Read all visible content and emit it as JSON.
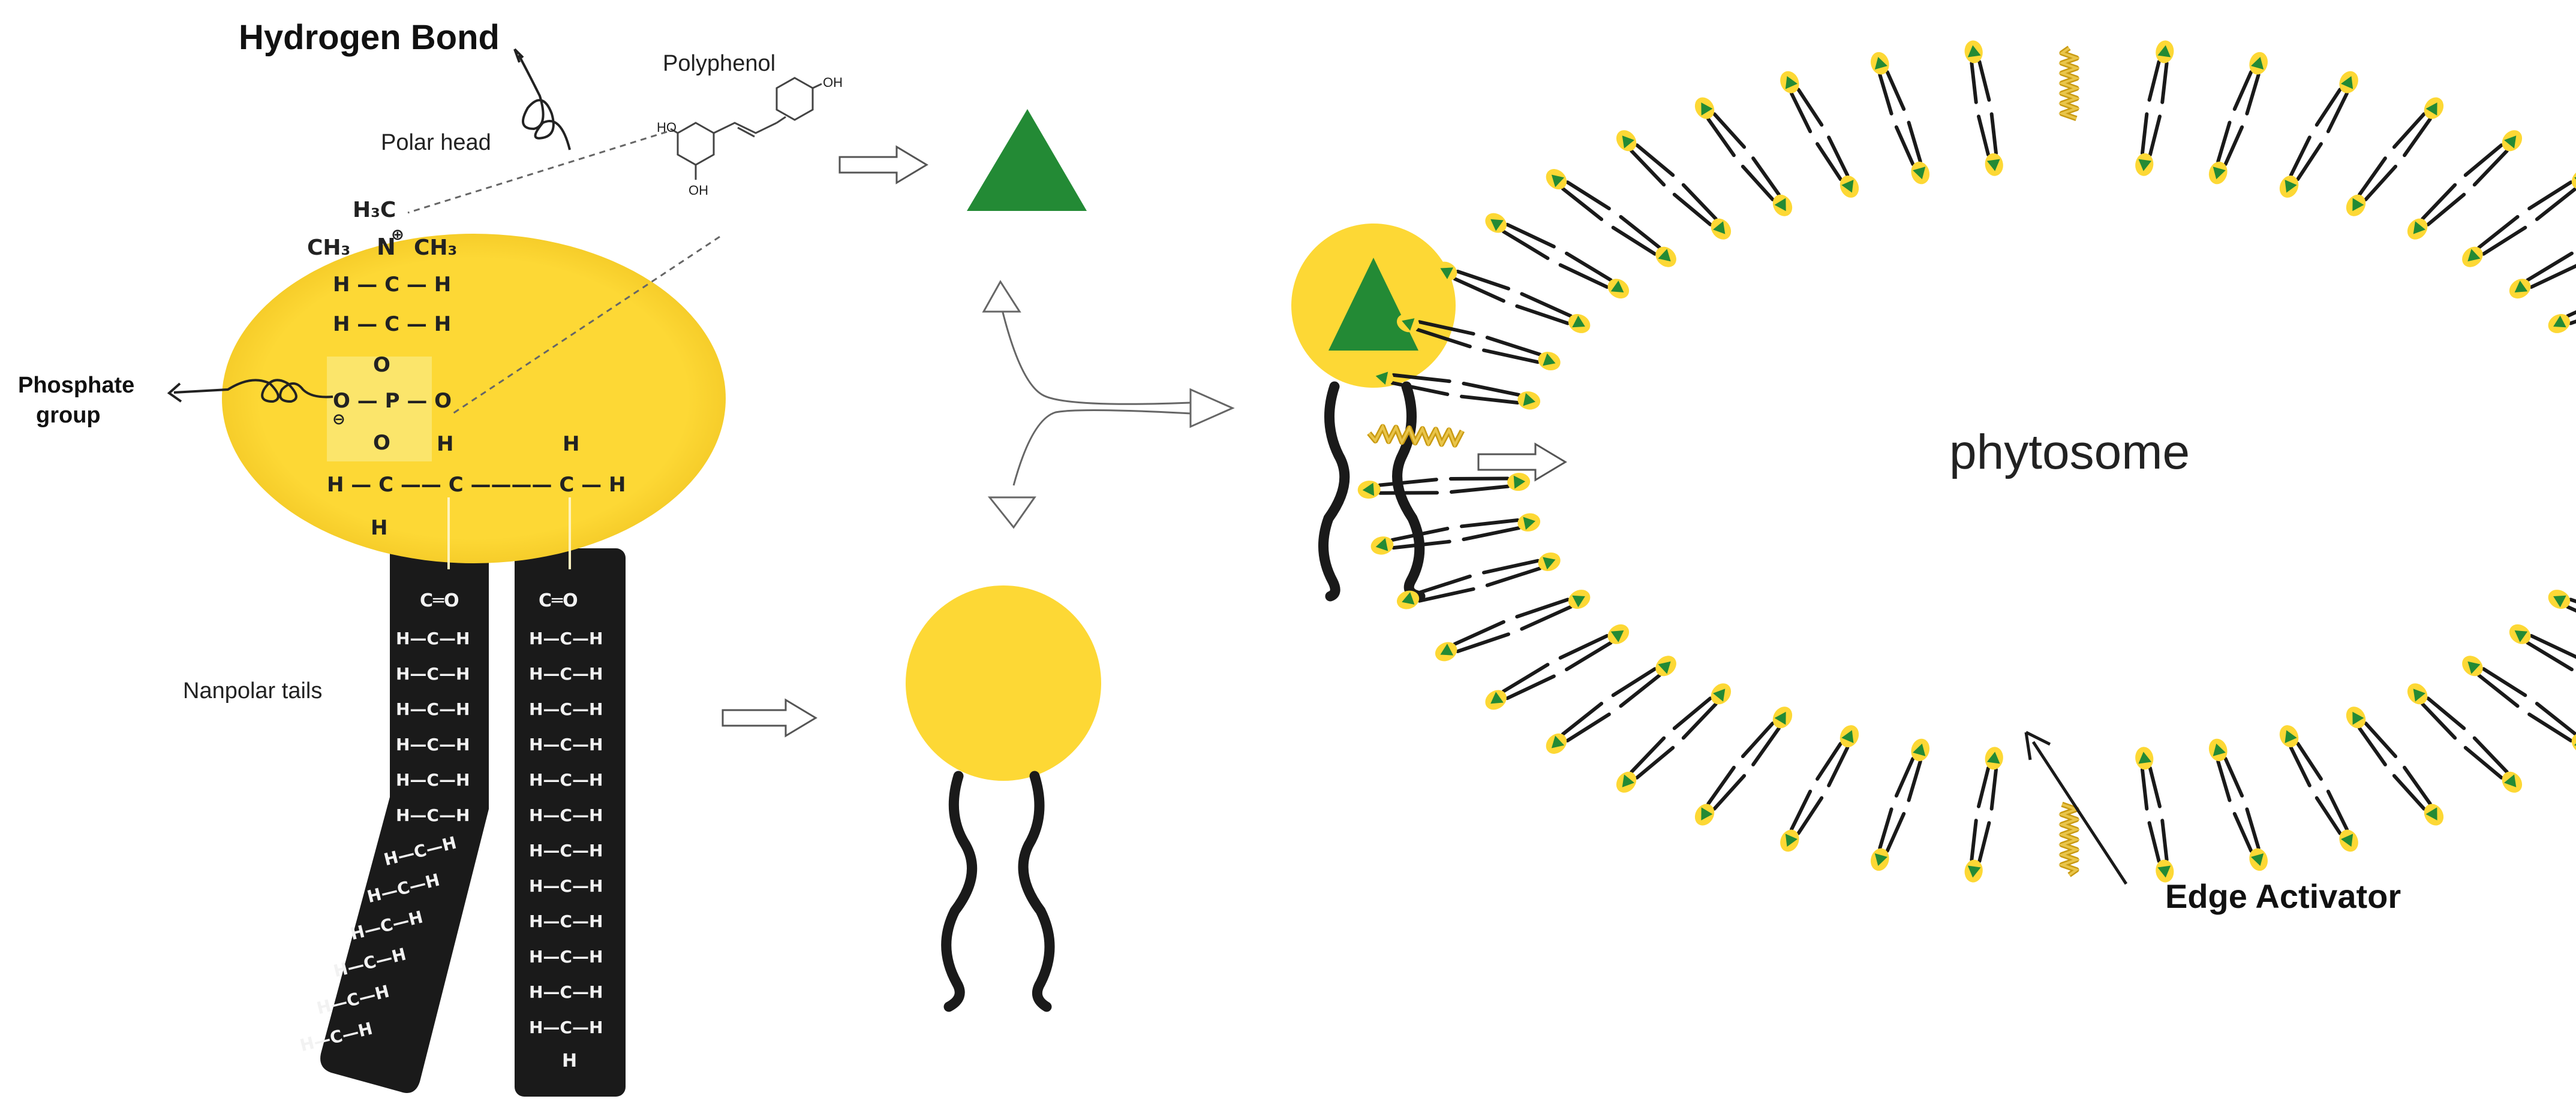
{
  "colors": {
    "head_yellow": "#fdd835",
    "polyphenol_green": "#238a35",
    "tail_black": "#1a1a1a",
    "phosphate_highlight": "#fbe56b"
  },
  "labels": {
    "hydrogen_bond": "Hydrogen Bond",
    "polyphenol": "Polyphenol",
    "polar_head": "Polar head",
    "phosphate_group_line1": "Phosphate",
    "phosphate_group_line2": "group",
    "nonpolar_tails": "Nanpolar tails",
    "phytosome": "phytosome",
    "edge_activator": "Edge Activator"
  },
  "head_chem": {
    "h3c": "H₃C",
    "ch3_left": "CH₃",
    "n_plus": "N",
    "ch3_right": "CH₃",
    "row_h_c_h": "H — C — H",
    "oxygen": "O",
    "phosphate_row": "O — P — O",
    "glycerol_row": "H — C —— C ———— C — H",
    "h": "H",
    "plus": "⊕",
    "minus": "⊖"
  },
  "polyphenol_chem": {
    "oh_left": "HO",
    "oh_right": "OH",
    "oh_bottom": "OH"
  },
  "tail_chem": {
    "carbonyl": "C═O",
    "ch2": "H—C—H",
    "h": "H"
  }
}
